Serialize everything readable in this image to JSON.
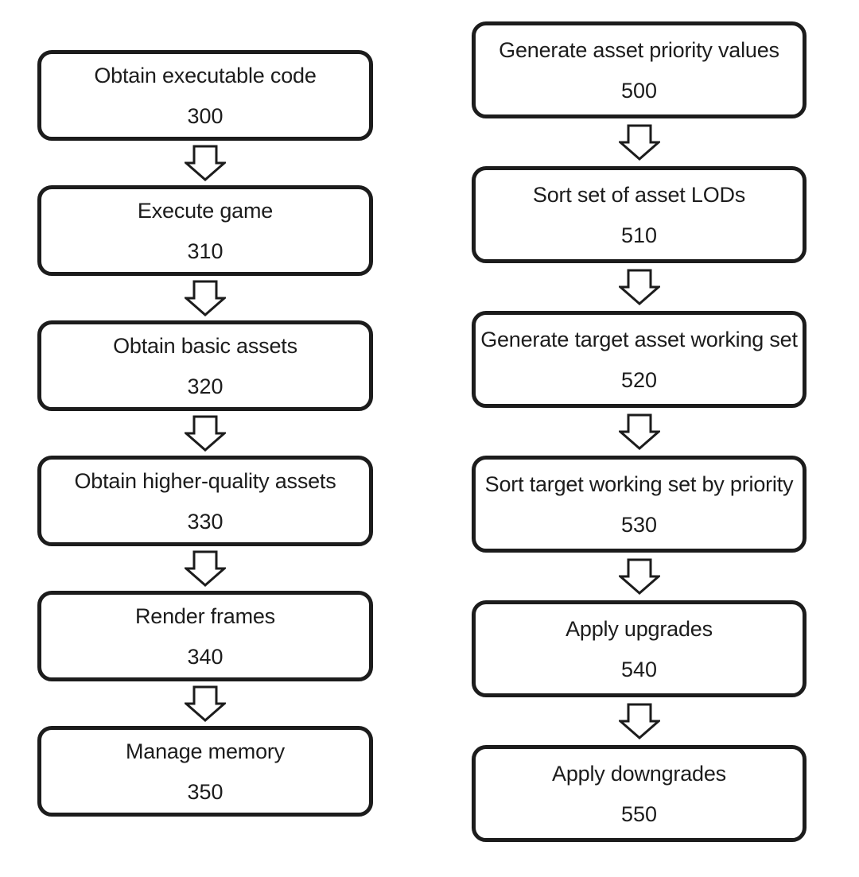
{
  "diagram": {
    "background_color": "#ffffff",
    "line_color": "#1c1c1c",
    "columns": [
      {
        "name": "game-execution-flow",
        "steps": [
          {
            "label": "Obtain executable code",
            "number": "300"
          },
          {
            "label": "Execute game",
            "number": "310"
          },
          {
            "label": "Obtain basic assets",
            "number": "320"
          },
          {
            "label": "Obtain higher-quality assets",
            "number": "330"
          },
          {
            "label": "Render frames",
            "number": "340"
          },
          {
            "label": "Manage memory",
            "number": "350"
          }
        ]
      },
      {
        "name": "asset-priority-flow",
        "steps": [
          {
            "label": "Generate asset priority values",
            "number": "500"
          },
          {
            "label": "Sort set of asset LODs",
            "number": "510"
          },
          {
            "label": "Generate target asset working set",
            "number": "520"
          },
          {
            "label": "Sort target working set by priority",
            "number": "530"
          },
          {
            "label": "Apply upgrades",
            "number": "540"
          },
          {
            "label": "Apply downgrades",
            "number": "550"
          }
        ]
      }
    ]
  }
}
